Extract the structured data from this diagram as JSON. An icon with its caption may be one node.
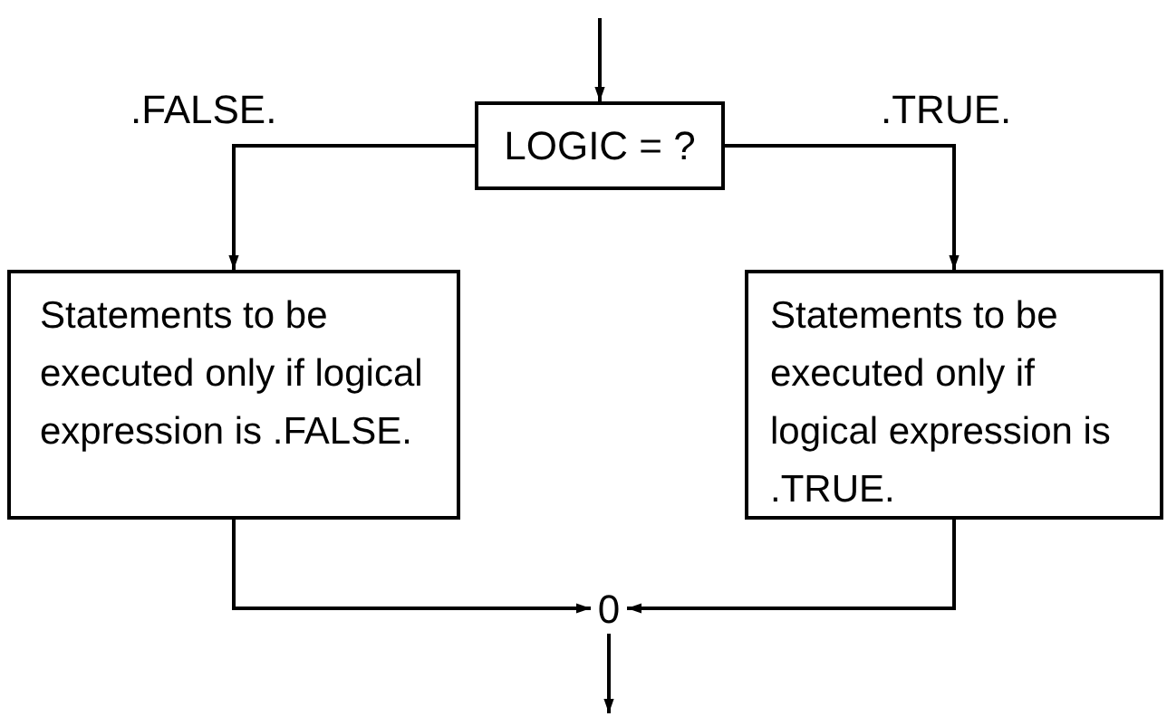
{
  "diagram": {
    "nodes": [
      {
        "text": [
          "LOGIC = ?"
        ]
      },
      {
        "text": [
          "Statements to be executed only if logical expression is .FALSE."
        ]
      },
      {
        "text": [
          "Statements to be executed only if logical expression is .TRUE."
        ]
      },
      {
        "text": [
          "0"
        ]
      }
    ],
    "edges": [
      {
        "from": null,
        "to": 0,
        "arrow": "to"
      },
      {
        "from": 0,
        "to": 1,
        "label": ".FALSE.",
        "arrow": "to"
      },
      {
        "from": 0,
        "to": 2,
        "label": ".TRUE.",
        "arrow": "to"
      },
      {
        "from": 1,
        "to": 3,
        "arrow": "to"
      },
      {
        "from": 2,
        "to": 3,
        "arrow": "to"
      },
      {
        "from": 3,
        "to": null,
        "arrow": "to"
      }
    ]
  }
}
